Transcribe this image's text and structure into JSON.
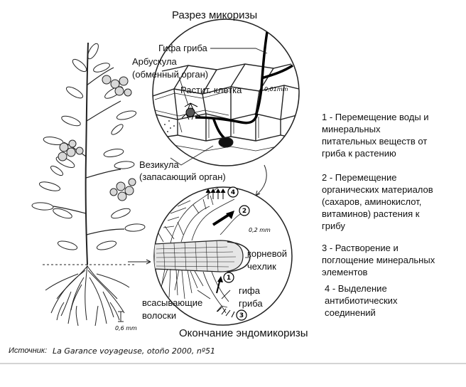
{
  "title_top": "Разрез микоризы",
  "title_bottom": "Окончание эндомикоризы",
  "labels": {
    "hypha_top": "Гифа гриба",
    "arbuscule_1": "Арбускула",
    "arbuscule_2": "(обменный орган)",
    "plant_cell": "Растит. клетка",
    "vesicle_1": "Везикула",
    "vesicle_2": "(запасающий орган)",
    "root_cap_1": "корневой",
    "root_cap_2": "чехлик",
    "hypha_bottom_1": "гифа",
    "hypha_bottom_2": "гриба",
    "root_hairs_1": "всасывающие",
    "root_hairs_2": "волоски"
  },
  "scale_labels": {
    "top_circle": "0,01mm",
    "bottom_circle": "0,2 mm",
    "plant": "0,6 mm"
  },
  "markers": [
    "1",
    "2",
    "3",
    "4"
  ],
  "legend": [
    [
      "1 - Перемещение воды и",
      "минеральных",
      "питательных веществ от",
      "гриба к растению"
    ],
    [
      "2 - Перемещение",
      "органических материалов",
      "(сахаров, аминокислот,",
      "витаминов) растения к",
      "грибу"
    ],
    [
      "3 - Растворение и",
      "поглощение минеральных",
      "элементов"
    ],
    [
      "4 - Выделение",
      "антибиотических",
      "соединений"
    ]
  ],
  "source": {
    "prefix": "Источник:",
    "citation": "La Garance voyageuse, otoño 2000, nº51"
  }
}
